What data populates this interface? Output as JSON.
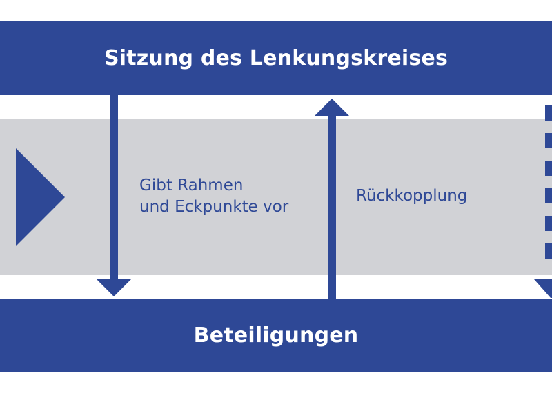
{
  "header": {
    "title": "Sitzung des Lenkungskreises"
  },
  "footer": {
    "title": "Beteiligungen"
  },
  "labels": {
    "down_line1": "Gibt Rahmen",
    "down_line2": "und Eckpunkte vor",
    "up": "Rückkopplung"
  },
  "colors": {
    "primary": "#2e4896",
    "band_grey": "#d1d2d6",
    "background": "#ffffff"
  },
  "icons": {
    "play": "play-triangle-icon",
    "down": "arrow-down-icon",
    "up": "arrow-up-icon",
    "dashed": "dashed-arrow-down-icon"
  }
}
